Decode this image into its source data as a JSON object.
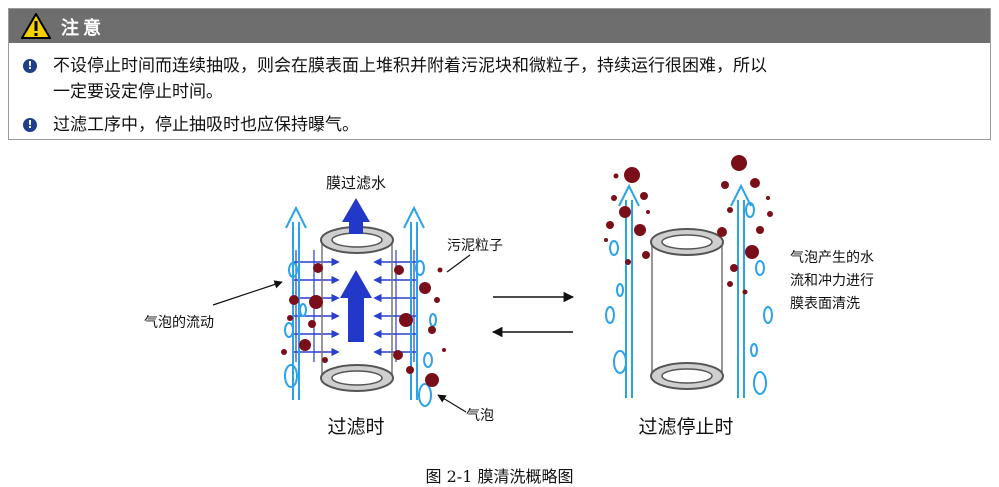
{
  "notice": {
    "title": "注意",
    "items": [
      {
        "line1": "不设停止时间而连续抽吸，则会在膜表面上堆积并附着污泥块和微粒子，持续运行很困难，所以",
        "line2": "一定要设定停止时间。"
      },
      {
        "line1": "过滤工序中，停止抽吸时也应保持曝气。"
      }
    ],
    "icon": "warning-triangle-icon",
    "bullet_icon": "exclamation-circle-icon",
    "colors": {
      "header_bg": "#6e6e6e",
      "bullet": "#1f3f88",
      "warning": "#f5d000"
    }
  },
  "diagram": {
    "labels": {
      "filtered_water": "膜过滤水",
      "sludge_particles": "污泥粒子",
      "bubble_flow": "气泡的流动",
      "bubbles": "气泡",
      "filtering": "过滤时",
      "stop_filtering": "过滤停止时",
      "explain_line1": "气泡产生的水",
      "explain_line2": "流和冲力进行",
      "explain_line3": "膜表面清洗"
    },
    "colors": {
      "flow_arrow": "#2244cc",
      "bubble": "#33aaee",
      "sludge": "#7a0f1a",
      "tube": "#777777"
    }
  },
  "caption": "图 2-1 膜清洗概略图"
}
